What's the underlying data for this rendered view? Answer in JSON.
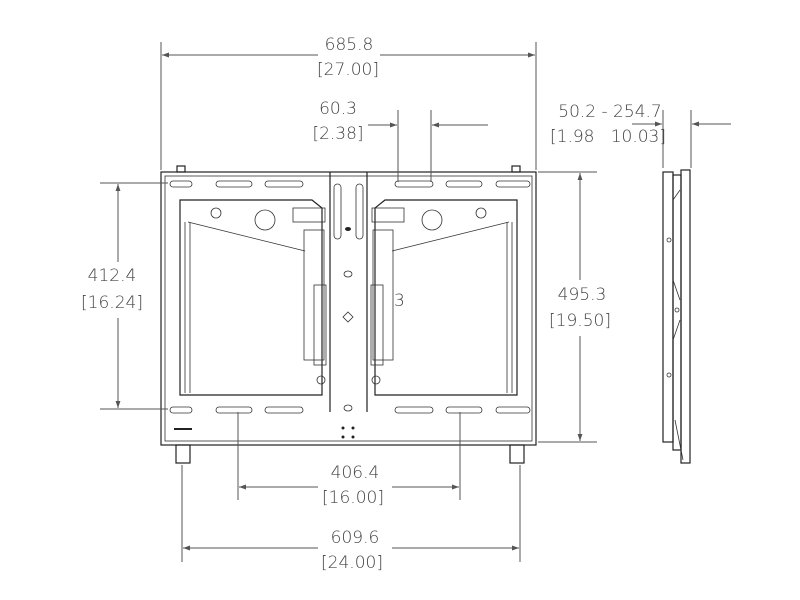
{
  "dimensions": {
    "overall_width": {
      "mm": "685.8",
      "in": "[27.00]"
    },
    "center_gap": {
      "mm": "60.3",
      "in": "[2.38]"
    },
    "depth_range": {
      "mm": "50.2 - 254.7",
      "in": "[1.98   10.03]"
    },
    "left_height": {
      "mm": "412.4",
      "in": "[16.24]"
    },
    "overall_height": {
      "mm": "495.3",
      "in": "[19.50]"
    },
    "hole_spacing_inner": {
      "mm": "406.4",
      "in": "[16.00]"
    },
    "hole_spacing_outer": {
      "mm": "609.6",
      "in": "[24.00]"
    }
  },
  "callout": "3",
  "colors": {
    "lines": "#222222",
    "dimension": "#555555",
    "text": "#444444"
  }
}
